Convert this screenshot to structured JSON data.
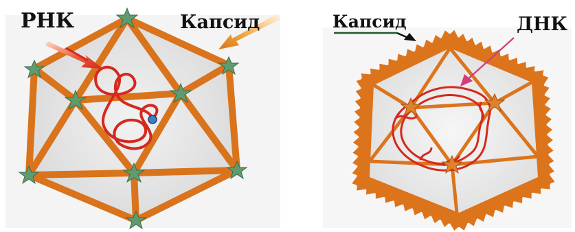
{
  "left_diagram": {
    "label_nucleic": "РНК",
    "label_capsid": "Капсид",
    "frame_color": "#d9731c",
    "node_color": "#5f9b6f",
    "nucleic_color": "#d5281e",
    "arrow_color": "#d5281e",
    "capsid_arrow_color": "#e28a1e",
    "panel_color": "#e9e9e9"
  },
  "right_diagram": {
    "label_capsid": "Капсид",
    "label_nucleic": "ДНК",
    "frame_color": "#dc741c",
    "node_color": "#e0822a",
    "nucleic_color": "#d5281e",
    "arrow_color": "#d63a7a",
    "panel_color": "#eeeeee"
  }
}
